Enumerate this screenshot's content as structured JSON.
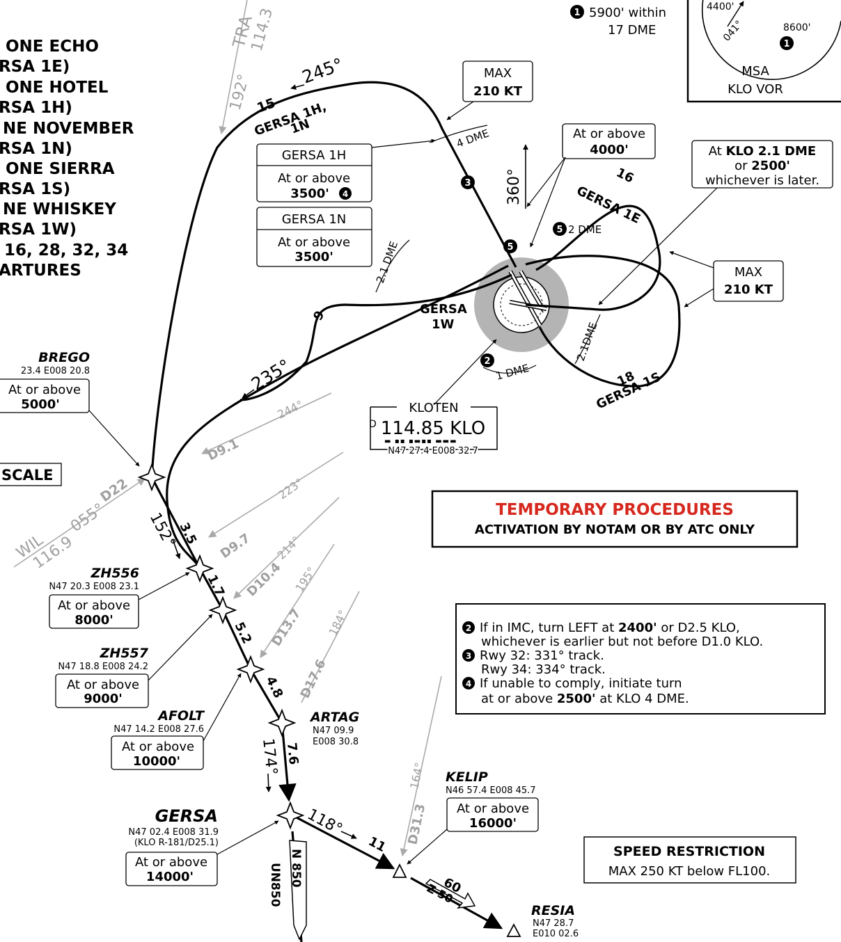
{
  "title_lines": [
    "ONE ECHO",
    "RSA 1E)",
    "ONE HOTEL",
    "RSA 1H)",
    "NE NOVEMBER",
    "RSA 1N)",
    "ONE SIERRA",
    "RSA 1S)",
    "NE WHISKEY",
    "RSA 1W)",
    "16, 28, 32, 34",
    "ARTURES"
  ],
  "scale_label": "SCALE",
  "msa": {
    "note_marker": "1",
    "note_line1": "5900' within",
    "note_line2": "17 DME",
    "alt_left": "4400'",
    "alt_right": "8600'",
    "bearing": "041°",
    "circle_marker": "1",
    "label1": "MSA",
    "label2": "KLO VOR"
  },
  "tra": {
    "name": "TRA",
    "freq": "114.3",
    "bearing": "192°"
  },
  "wil": {
    "name": "WIL",
    "freq": "116.9",
    "bearing": "055°",
    "dme": "D22"
  },
  "vor": {
    "name": "KLOTEN",
    "prefix": "D",
    "freq_ident": "114.85 KLO",
    "coords": "N47 27.4 E008 32.7"
  },
  "waypoints": {
    "brego": {
      "name": "BREGO",
      "coords": "23.4 E008 20.8",
      "alt_label": "At or above",
      "alt": "5000'"
    },
    "zh556": {
      "name": "ZH556",
      "coords": "N47 20.3 E008 23.1",
      "alt_label": "At or above",
      "alt": "8000'"
    },
    "zh557": {
      "name": "ZH557",
      "coords": "N47 18.8 E008 24.2",
      "alt_label": "At or above",
      "alt": "9000'"
    },
    "afolt": {
      "name": "AFOLT",
      "coords": "N47 14.2 E008 27.6",
      "alt_label": "At or above",
      "alt": "10000'"
    },
    "artag": {
      "name": "ARTAG",
      "coords1": "N47 09.9",
      "coords2": "E008 30.8"
    },
    "gersa": {
      "name": "GERSA",
      "coords": "N47 02.4 E008 31.9",
      "radial": "(KLO R-181/D25.1)",
      "alt_label": "At or above",
      "alt": "14000'"
    },
    "kelip": {
      "name": "KELIP",
      "coords": "N46 57.4 E008 45.7",
      "alt_label": "At or above",
      "alt": "16000'"
    },
    "resia": {
      "name": "RESIA",
      "coords1": "N47 28.7",
      "coords2": "E010 02.6"
    }
  },
  "boxes": {
    "max_top": {
      "line1": "MAX",
      "line2": "210 KT"
    },
    "max_right": {
      "line1": "MAX",
      "line2": "210 KT"
    },
    "at4000": {
      "line1": "At or above",
      "line2": "4000'"
    },
    "klo21": {
      "p1": "At",
      "p2": "KLO 2.1 DME",
      "p3": "or",
      "p4": "2500'",
      "line2": "whichever is later."
    },
    "gersa1h": {
      "title": "GERSA 1H",
      "line1": "At or above",
      "line2": "3500'",
      "marker": "4"
    },
    "gersa1n": {
      "title": "GERSA 1N",
      "line1": "At or above",
      "line2": "3500'"
    }
  },
  "route_labels": {
    "r1h_name1": "GERSA 1H,",
    "r1h_name2": "1N",
    "r1h_dist": "15",
    "r1h_course": "245°",
    "r1e_name": "GERSA 1E",
    "r1e_dist": "16",
    "r1s_name": "GERSA 1S",
    "r1s_dist": "18",
    "r1w_name1": "GERSA",
    "r1w_name2": "1W",
    "r1w_dist": "9",
    "course_235": "235°",
    "north_360": "360°",
    "course_152": "152°",
    "course_174": "174°",
    "course_118": "118°",
    "course_164": "164°",
    "course_244": "244°",
    "course_223": "223°",
    "course_214": "214°",
    "course_195": "195°",
    "course_184": "184°",
    "dme4": "4 DME",
    "dme21_left": "2.1 DME",
    "dme21_right": "2.1DME",
    "dme1": "1 DME",
    "dme2_marker": "5",
    "dme2_label": "2 DME",
    "marker2": "2",
    "marker3": "3",
    "marker5": "5"
  },
  "leg_distances": {
    "d1": "3.5",
    "d2": "1.7",
    "d3": "5.2",
    "d4": "4.8",
    "d5": "7.6",
    "d6": "11",
    "d7": "60"
  },
  "dme_fixes": {
    "d91": "D9.1",
    "d97": "D9.7",
    "d104": "D10.4",
    "d137": "D13.7",
    "d176": "D17.6",
    "d313": "D31.3"
  },
  "airways": {
    "n850": "N 850",
    "un850": "UN850",
    "z50": "Z 50"
  },
  "temporary": {
    "title": "TEMPORARY PROCEDURES",
    "subtitle": "ACTIVATION BY NOTAM OR BY ATC ONLY"
  },
  "notes": [
    {
      "marker": "2",
      "lines": [
        "If in IMC, turn LEFT at ",
        "2400'",
        " or D2.5 KLO,",
        "whichever is earlier but not before D1.0 KLO."
      ]
    },
    {
      "marker": "3",
      "lines": [
        "Rwy 32: 331° track.",
        "Rwy 34: 334° track."
      ]
    },
    {
      "marker": "4",
      "lines": [
        "If unable to comply, initiate turn",
        "at or above ",
        "2500'",
        " at KLO 4 DME."
      ]
    }
  ],
  "speed": {
    "title": "SPEED RESTRICTION",
    "text": "MAX 250 KT below FL100."
  },
  "colors": {
    "temporary_title": "#d6281e",
    "grey_lines": "#a9a9a9",
    "vor_disc": "#b4b4b4"
  }
}
